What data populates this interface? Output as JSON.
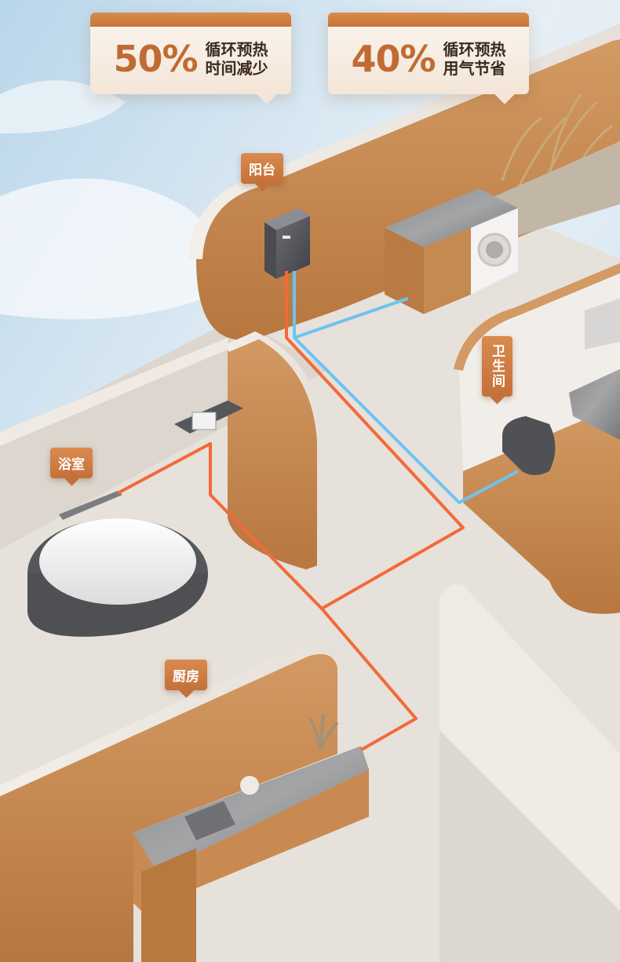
{
  "banners": [
    {
      "percent": "50%",
      "line1": "循环预热",
      "line2": "时间减少"
    },
    {
      "percent": "40%",
      "line1": "循环预热",
      "line2": "用气节省"
    }
  ],
  "room_labels": {
    "balcony": "阳台",
    "bathroom": "浴室",
    "toilet": "卫生间",
    "kitchen": "厨房"
  },
  "colors": {
    "hot_pipe": "#f26a3a",
    "cold_pipe": "#6ec3f0",
    "wall_orange": "#c98a52",
    "floor": "#e3ded8",
    "accent": "#c16b34"
  }
}
